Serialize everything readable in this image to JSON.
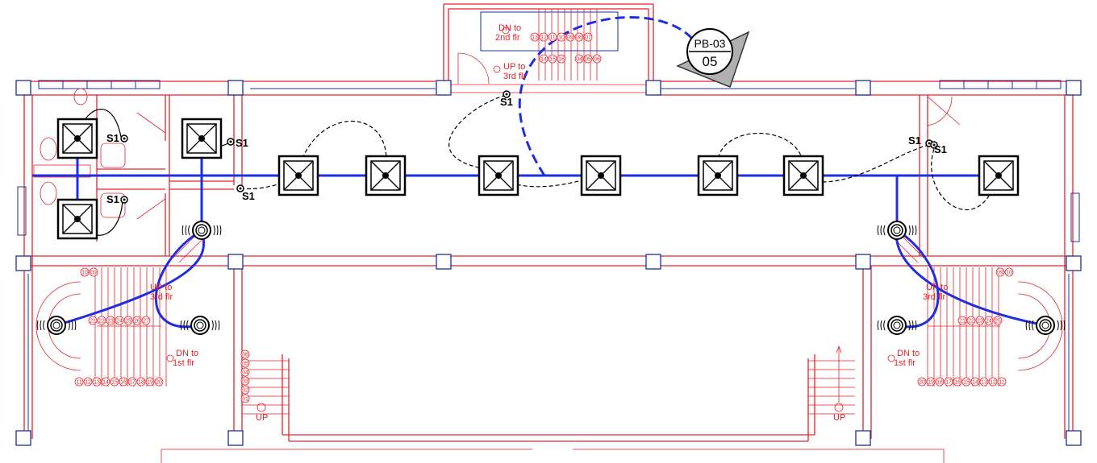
{
  "tag": {
    "code": "PB-03",
    "number": "05"
  },
  "switch_label": "S1",
  "notes": {
    "top_dn": [
      "DN to",
      "2nd flr"
    ],
    "top_up": [
      "UP to",
      "3rd flr"
    ],
    "left_up": [
      "UP to",
      "3rd flr"
    ],
    "left_dn": [
      "DN to",
      "1st flr"
    ],
    "right_up": [
      "UP to",
      "3rd flr"
    ],
    "right_dn": [
      "DN to",
      "1st flr"
    ],
    "up_left": "UP",
    "up_right": "UP"
  },
  "step_numbers": {
    "top_row1": [
      "13",
      "12",
      "11",
      "10",
      "09",
      "08",
      "07"
    ],
    "top_row2": [
      "14",
      "15",
      "16",
      "",
      "04",
      "05",
      "06"
    ],
    "left_top": [
      "10",
      "09"
    ],
    "left_mid": [
      "21",
      "22",
      "23",
      "24",
      "25",
      "26",
      "27"
    ],
    "left_bottom": [
      "11",
      "12",
      "13",
      "14",
      "15",
      "16",
      "17",
      "18",
      "19",
      "20"
    ],
    "right_top": [
      "09",
      "10"
    ],
    "right_mid": [
      "21",
      "22",
      "23",
      "24",
      "25"
    ],
    "right_bottom": [
      "20",
      "19",
      "18",
      "17",
      "16",
      "15",
      "14",
      "13",
      "12",
      "11"
    ],
    "mid_stack": [
      "06",
      "05",
      "04",
      "03",
      "02",
      "01"
    ]
  },
  "colors": {
    "wall": "#e8222a",
    "circuit": "#1f2fe0",
    "column": "#1d2f9c"
  }
}
